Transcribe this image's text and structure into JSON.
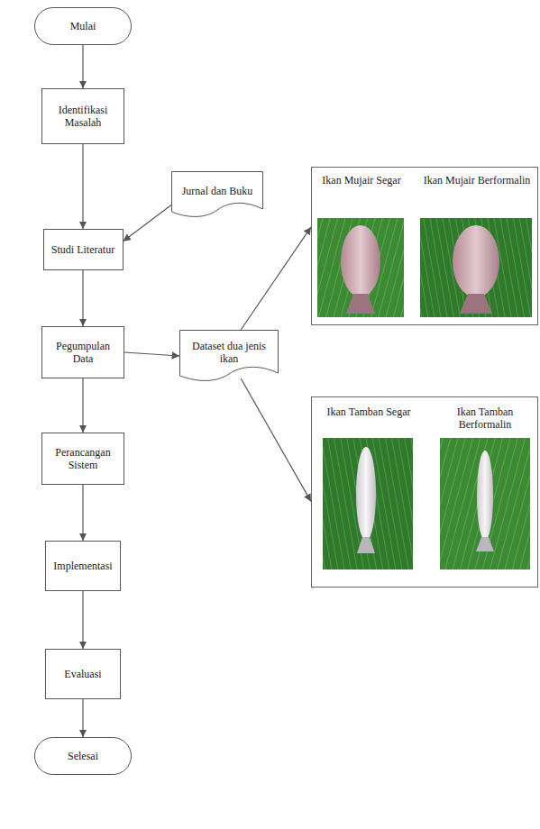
{
  "diagram": {
    "nodes": [
      {
        "text": [
          "Mulai"
        ]
      },
      {
        "text": [
          "Identifikasi Masalah"
        ]
      },
      {
        "text": [
          "Jurnal dan Buku"
        ]
      },
      {
        "text": [
          "Studi Literatur"
        ]
      },
      {
        "text": [
          "Pegumpulan Data"
        ]
      },
      {
        "text": [
          "Dataset dua jenis ikan"
        ]
      },
      {
        "text": [
          "Perancangan Sistem"
        ]
      },
      {
        "text": [
          "Implementasi"
        ]
      },
      {
        "text": [
          "Evaluasi"
        ]
      },
      {
        "text": [
          "Selesai"
        ]
      },
      {
        "text": [
          "Ikan Mujair Segar",
          "Ikan Mujair Berformalin"
        ]
      },
      {
        "text": [
          "Ikan Tamban Segar",
          "Ikan Tamban Berformalin"
        ]
      }
    ],
    "edges": [
      {
        "from": 0,
        "to": 1,
        "arrow": "to"
      },
      {
        "from": 1,
        "to": 3,
        "arrow": "to"
      },
      {
        "from": 2,
        "to": 3,
        "arrow": "to"
      },
      {
        "from": 3,
        "to": 4,
        "arrow": "to"
      },
      {
        "from": 4,
        "to": 5,
        "arrow": "to"
      },
      {
        "from": 5,
        "to": 10,
        "arrow": "to"
      },
      {
        "from": 5,
        "to": 11,
        "arrow": "to"
      },
      {
        "from": 4,
        "to": 6,
        "arrow": "to"
      },
      {
        "from": 6,
        "to": 7,
        "arrow": "to"
      },
      {
        "from": 7,
        "to": 8,
        "arrow": "to"
      },
      {
        "from": 8,
        "to": 9,
        "arrow": "to"
      }
    ]
  }
}
